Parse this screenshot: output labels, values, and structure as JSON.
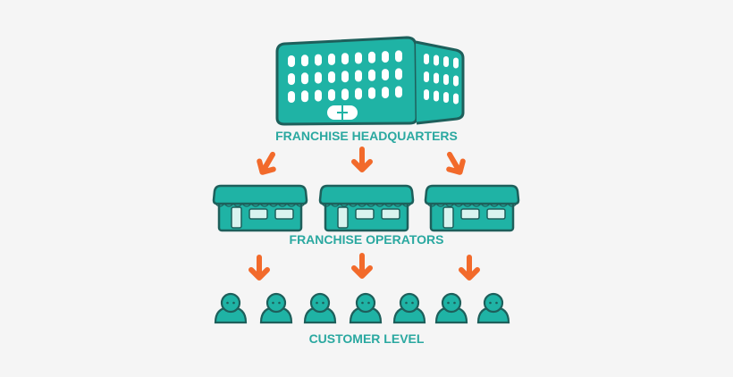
{
  "labels": {
    "headquarters": "FRANCHISE HEADQUARTERS",
    "operators": "FRANCHISE OPERATORS",
    "customers": "CUSTOMER LEVEL"
  },
  "counts": {
    "operators": 3,
    "customers": 7,
    "hq_arrows": 3,
    "operator_arrows": 3
  },
  "colors": {
    "teal": "#1fb3a5",
    "outline": "#1e5f5b",
    "arrow": "#f26a2b",
    "label": "#2aa8a0",
    "window": "#ffffff",
    "shop_window": "#d8f3ef"
  }
}
